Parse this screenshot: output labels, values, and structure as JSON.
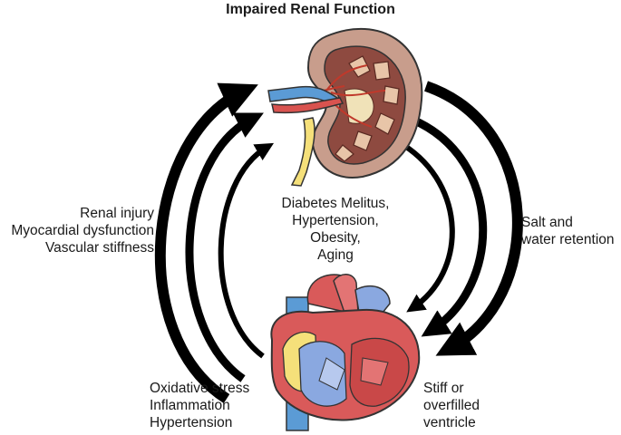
{
  "title": "Impaired Renal Function",
  "center_factors": [
    "Diabetes Melitus,",
    "Hypertension,",
    "Obesity,",
    "Aging"
  ],
  "left_factors": [
    "Renal injury",
    "Myocardial dysfunction",
    "Vascular stiffness"
  ],
  "right_factors": [
    "Salt and",
    "water retention"
  ],
  "bottom_left_factors": [
    "Oxidative stress",
    "Inflammation",
    "Hypertension"
  ],
  "bottom_right_factors": [
    "Stiff or",
    "overfilled",
    "ventricle"
  ],
  "icons": {
    "kidney": "kidney-illustration",
    "heart": "heart-illustration"
  },
  "colors": {
    "kidney_outer": "#b98a7a",
    "kidney_inner": "#9b5a4e",
    "artery": "#c0392b",
    "vein": "#5b9bd5",
    "ureter": "#f5e07a",
    "heart_red": "#d95a5a",
    "heart_blue": "#8aa8e0",
    "arrow": "#000000"
  }
}
